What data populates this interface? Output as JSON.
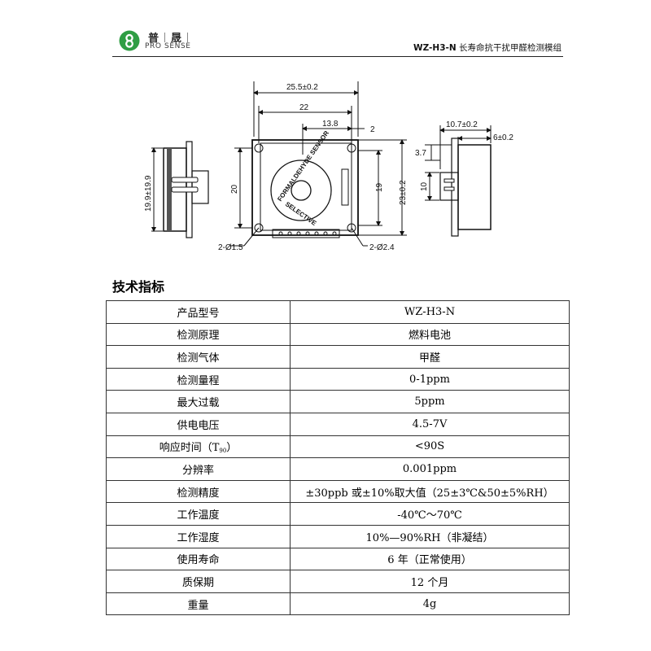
{
  "header": {
    "brand_cn_1": "普",
    "brand_cn_2": "晟",
    "brand_en": "PRO SENSE",
    "model_code": "WZ-H3-N",
    "product_name": "长寿命抗干扰甲醛检测模组"
  },
  "drawing": {
    "dim_width_total": "25.5±0.2",
    "dim_22": "22",
    "dim_13_8": "13.8",
    "dim_2": "2",
    "dim_20": "20",
    "dim_19": "19",
    "dim_height_total": "23±0.2",
    "dim_side_pitch": "19.9±19.9",
    "dim_hole_small": "2-Ø1.5",
    "dim_hole_large": "2-Ø2.4",
    "dim_side_depth": "10.7±0.2",
    "dim_side_6": "6±0.2",
    "dim_3_7": "3.7",
    "dim_10": "10",
    "sensor_text_top": "FORMALDEHYDE SENSOR",
    "sensor_text_bottom": "SELECTIVE"
  },
  "section_title": "技术指标",
  "specs": [
    {
      "key": "产品型号",
      "value": "WZ-H3-N"
    },
    {
      "key": "检测原理",
      "value": "燃料电池"
    },
    {
      "key": "检测气体",
      "value": "甲醛"
    },
    {
      "key": "检测量程",
      "value": "0-1ppm"
    },
    {
      "key": "最大过载",
      "value": "5ppm"
    },
    {
      "key": "供电电压",
      "value": "4.5-7V"
    },
    {
      "key": "响应时间（T",
      "key_sub": "90",
      "key_tail": "）",
      "value": "<90S"
    },
    {
      "key": "分辨率",
      "value": "0.001ppm"
    },
    {
      "key": "检测精度",
      "value": "±30ppb 或±10%取大值（25±3℃&50±5%RH）"
    },
    {
      "key": "工作温度",
      "value": "-40℃～70℃"
    },
    {
      "key": "工作湿度",
      "value": "10%—90%RH（非凝结）"
    },
    {
      "key": "使用寿命",
      "value": "6 年（正常使用）"
    },
    {
      "key": "质保期",
      "value": "12 个月"
    },
    {
      "key": "重量",
      "value": "4g"
    }
  ]
}
